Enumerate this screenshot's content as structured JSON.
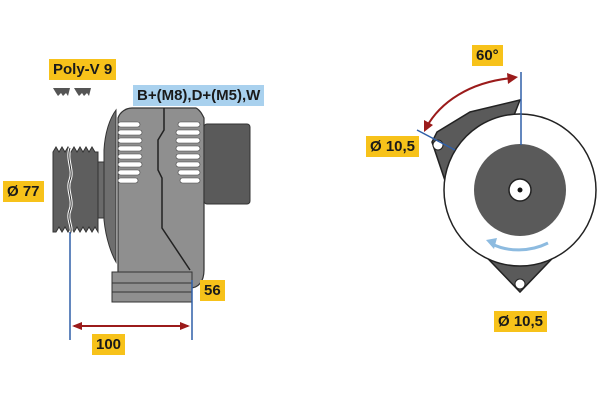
{
  "diagram": {
    "type": "alternator-dimension-drawing",
    "colors": {
      "label_yellow": "#f7c21a",
      "label_blue": "#a9d1ee",
      "body_gray": "#8f8f8f",
      "dark_gray": "#5a5a5a",
      "dimension_blue": "#2f5fa8",
      "dimension_red": "#9b1b1b",
      "rotation_arrow": "#8dbbe0"
    },
    "labels": {
      "belt_type": "Poly-V 9",
      "terminals": "B+(M8),D+(M5),W",
      "pulley_diameter": "Ø 77",
      "depth_56": "56",
      "length_100": "100",
      "angle": "60°",
      "upper_mount_hole": "Ø 10,5",
      "lower_mount_hole": "Ø 10,5"
    }
  }
}
